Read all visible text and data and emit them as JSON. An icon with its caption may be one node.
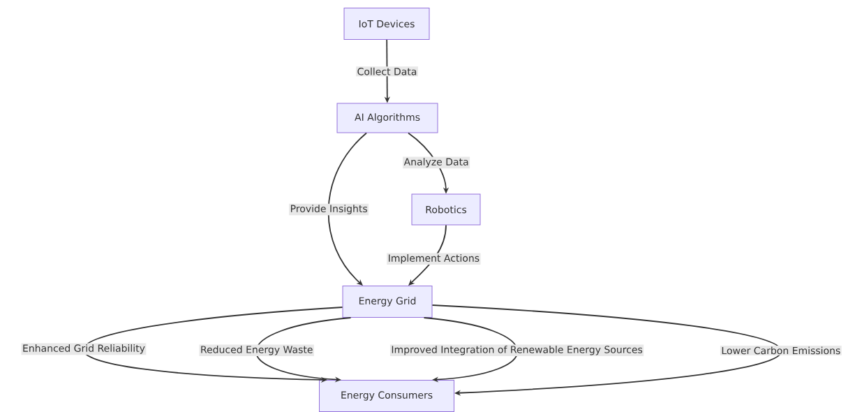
{
  "diagram": {
    "nodes": [
      {
        "text": [
          "IoT Devices"
        ]
      },
      {
        "text": [
          "AI Algorithms"
        ]
      },
      {
        "text": [
          "Robotics"
        ]
      },
      {
        "text": [
          "Energy Grid"
        ]
      },
      {
        "text": [
          "Energy Consumers"
        ]
      }
    ],
    "edges": [
      {
        "from": 0,
        "to": 1,
        "arrow": "to",
        "label": "Collect Data"
      },
      {
        "from": 1,
        "to": 3,
        "arrow": "to",
        "label": "Provide Insights"
      },
      {
        "from": 1,
        "to": 2,
        "arrow": "to",
        "label": "Analyze Data"
      },
      {
        "from": 2,
        "to": 3,
        "arrow": "to",
        "label": "Implement Actions"
      },
      {
        "from": 3,
        "to": 4,
        "arrow": "to",
        "label": "Enhanced Grid Reliability"
      },
      {
        "from": 3,
        "to": 4,
        "arrow": "to",
        "label": "Reduced Energy Waste"
      },
      {
        "from": 3,
        "to": 4,
        "arrow": "to",
        "label": "Improved Integration of Renewable Energy Sources"
      },
      {
        "from": 3,
        "to": 4,
        "arrow": "to",
        "label": "Lower Carbon Emissions"
      }
    ]
  }
}
